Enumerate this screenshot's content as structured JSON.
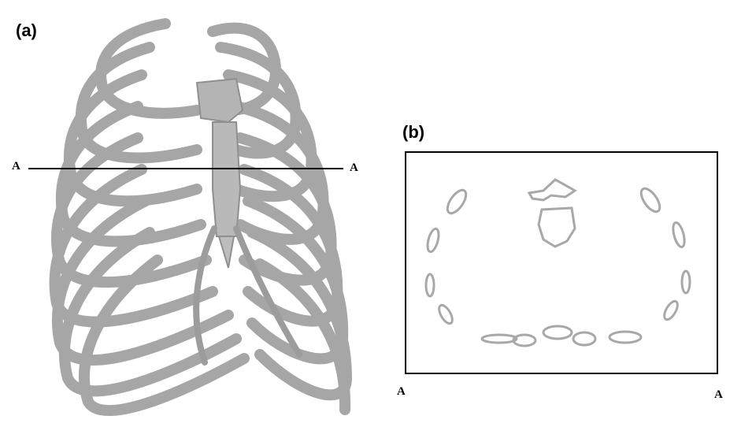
{
  "panels": {
    "a": {
      "label": "(a)",
      "section_left": "A",
      "section_right": "A"
    },
    "b": {
      "label": "(b)",
      "corner_left": "A",
      "corner_right": "A"
    }
  },
  "colors": {
    "bone_fill": "#b7b7b7",
    "bone_stroke": "#8f8f8f",
    "outline": "#a8a8a8",
    "line": "#000000"
  }
}
